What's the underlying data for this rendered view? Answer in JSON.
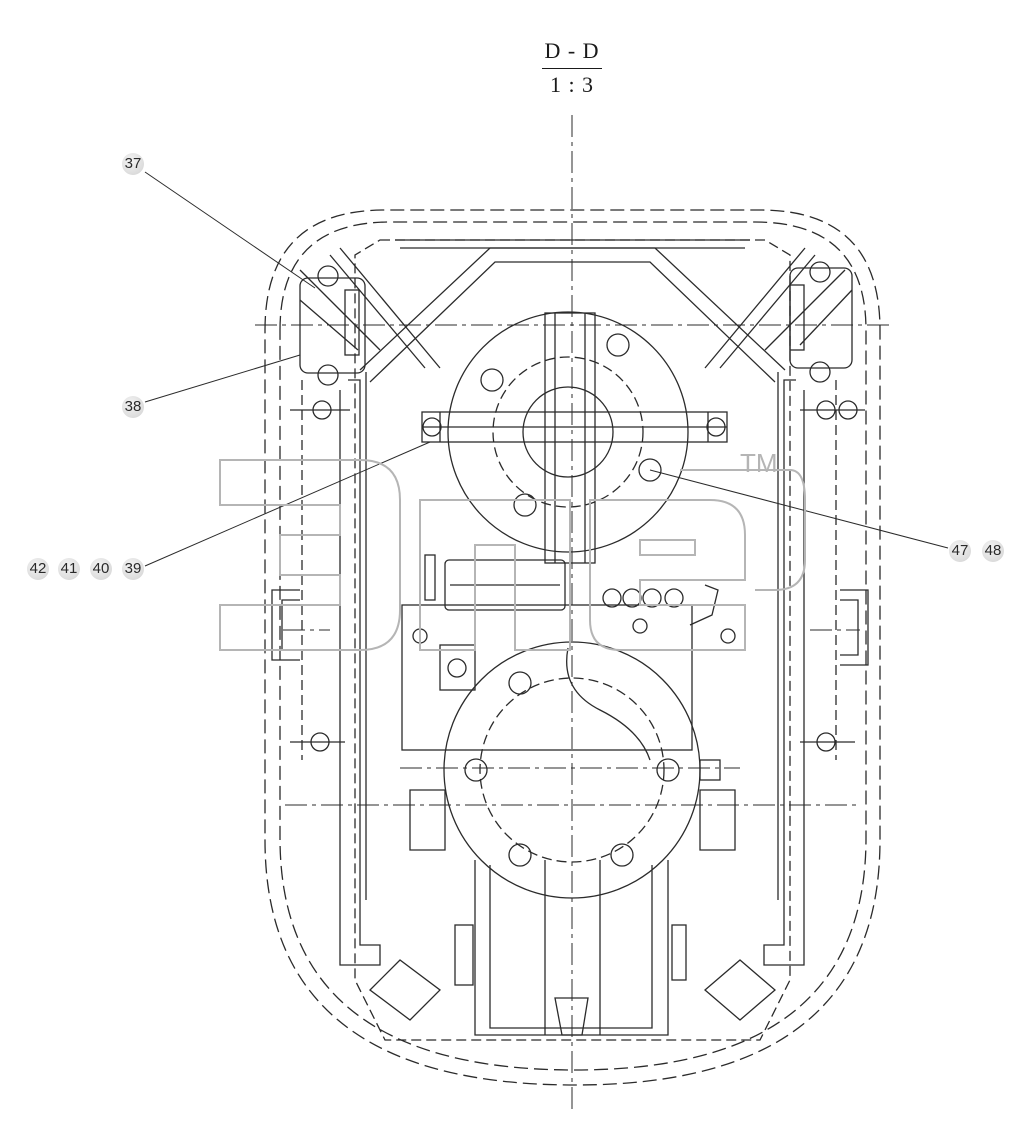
{
  "section": {
    "name": "D - D",
    "scale": "1 : 3"
  },
  "callouts": {
    "c37": "37",
    "c38": "38",
    "c39": "39",
    "c40": "40",
    "c41": "41",
    "c42": "42",
    "c47": "47",
    "c48": "48"
  },
  "colors": {
    "line": "#2b2b2b",
    "watermark_outline": "#b5b5b5",
    "callout_fill": "#dcdcdc"
  }
}
